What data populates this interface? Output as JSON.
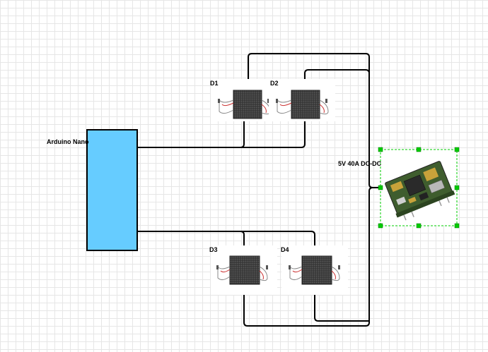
{
  "diagram": {
    "controller": {
      "label": "Arduino Nano",
      "fill": "#66ccff"
    },
    "displays": [
      {
        "label": "D1"
      },
      {
        "label": "D2"
      },
      {
        "label": "D3"
      },
      {
        "label": "D4"
      }
    ],
    "power": {
      "label": "5V 40A DC-DC"
    },
    "colors": {
      "wire": "#000000",
      "selection": "#00cc00",
      "matrix": "#333333"
    }
  }
}
